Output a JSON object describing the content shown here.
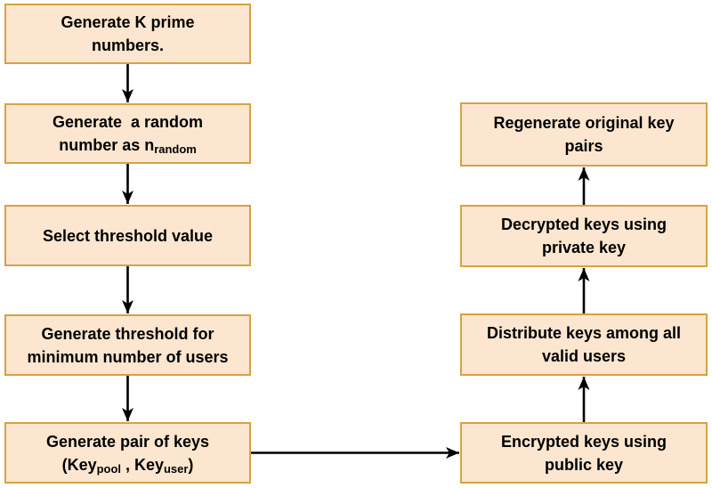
{
  "diagram": {
    "background_color": "#ffffff",
    "node_fill_color": "#fce6cf",
    "node_border_color": "#d5a342",
    "arrow_color": "#000000",
    "text_color": "#000000",
    "nodes": [
      {
        "id": "generate-primes",
        "lines": [
          [
            {
              "text": "Generate K prime"
            }
          ],
          [
            {
              "text": "numbers."
            }
          ]
        ]
      },
      {
        "id": "generate-random",
        "lines": [
          [
            {
              "text": "Generate  a random"
            }
          ],
          [
            {
              "text": "number as n"
            },
            {
              "text": "random",
              "sub": true
            }
          ]
        ]
      },
      {
        "id": "select-threshold",
        "lines": [
          [
            {
              "text": "Select threshold value"
            }
          ]
        ]
      },
      {
        "id": "generate-threshold-users",
        "lines": [
          [
            {
              "text": "Generate threshold for"
            }
          ],
          [
            {
              "text": "minimum number of users"
            }
          ]
        ]
      },
      {
        "id": "generate-key-pairs",
        "lines": [
          [
            {
              "text": "Generate pair of keys"
            }
          ],
          [
            {
              "text": "(Key"
            },
            {
              "text": "pool",
              "sub": true
            },
            {
              "text": " , Key"
            },
            {
              "text": "user",
              "sub": true
            },
            {
              "text": ")"
            }
          ]
        ]
      },
      {
        "id": "encrypt-keys",
        "lines": [
          [
            {
              "text": "Encrypted keys using"
            }
          ],
          [
            {
              "text": "public key"
            }
          ]
        ]
      },
      {
        "id": "distribute-keys",
        "lines": [
          [
            {
              "text": "Distribute keys among all"
            }
          ],
          [
            {
              "text": "valid users"
            }
          ]
        ]
      },
      {
        "id": "decrypt-keys",
        "lines": [
          [
            {
              "text": "Decrypted keys using"
            }
          ],
          [
            {
              "text": "private key"
            }
          ]
        ]
      },
      {
        "id": "regenerate-pairs",
        "lines": [
          [
            {
              "text": "Regenerate original key"
            }
          ],
          [
            {
              "text": "pairs"
            }
          ]
        ]
      }
    ],
    "edges": [
      {
        "from": "generate-primes",
        "to": "generate-random"
      },
      {
        "from": "generate-random",
        "to": "select-threshold"
      },
      {
        "from": "select-threshold",
        "to": "generate-threshold-users"
      },
      {
        "from": "generate-threshold-users",
        "to": "generate-key-pairs"
      },
      {
        "from": "generate-key-pairs",
        "to": "encrypt-keys"
      },
      {
        "from": "encrypt-keys",
        "to": "distribute-keys"
      },
      {
        "from": "distribute-keys",
        "to": "decrypt-keys"
      },
      {
        "from": "decrypt-keys",
        "to": "regenerate-pairs"
      }
    ]
  }
}
